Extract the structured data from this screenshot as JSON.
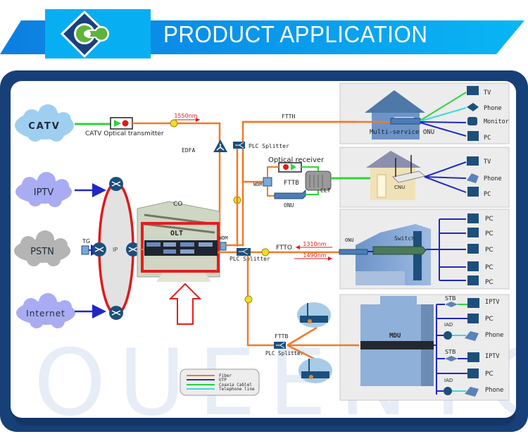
{
  "header": {
    "title": "PRODUCT APPLICATION",
    "logo": "oueenton-logo-icon",
    "colors": {
      "band": "#0a8be6",
      "band_light": "#08aef2",
      "frame": "#173f78",
      "logo_green": "#5db33b",
      "logo_navy": "#1a3f7d"
    }
  },
  "watermark": "OUEENTON",
  "sources": {
    "catv": "CATV",
    "iptv": "IPTV",
    "pstn": "PSTN",
    "internet": "Internet"
  },
  "labels": {
    "catv_transmitter": "CATV  Optical transmitter",
    "wavelength_1550": "1550nm",
    "edfa": "EDFA",
    "tg": "TG",
    "ip": "IP",
    "co": "CO",
    "olt": "OLT",
    "wdm_left": "WDM",
    "ftth": "FTTH",
    "plc_splitter_top": "PLC Splitter",
    "optical_receiver": "Optical receiver",
    "wdm_mid": "WDM",
    "fttb_mid": "FTTB",
    "onu_mid": "ONU",
    "clt": "CLT",
    "plc_splitter_mid": "PLC Splitter",
    "ftto": "FTTO",
    "wavelength_1310": "1310nm",
    "wavelength_1490": "1490nm",
    "fttb_bottom": "FTTB",
    "plc_splitter_bottom": "PLC Splitter"
  },
  "panels": {
    "home": {
      "device": "Multi-service ONU",
      "endpoints": [
        "TV",
        "Phone",
        "Monitor",
        "PC"
      ]
    },
    "cnu": {
      "device": "CNU",
      "endpoints": [
        "TV",
        "Phone",
        "PC"
      ]
    },
    "office": {
      "device_onu": "ONU",
      "device_switch": "Switch",
      "endpoints": [
        "PC",
        "PC",
        "PC",
        "PC",
        "PC"
      ]
    },
    "mdu": {
      "device": "MDU",
      "groups": [
        {
          "stb": "STB",
          "iad": "IAD",
          "endpoints": [
            "IPTV",
            "PC",
            "Phone"
          ]
        },
        {
          "stb": "STB",
          "iad": "IAD",
          "endpoints": [
            "IPTV",
            "PC",
            "Phone"
          ]
        }
      ]
    }
  },
  "legend": [
    {
      "label": "Fiber",
      "color": "#f07a2a"
    },
    {
      "label": "UTP",
      "color": "#2b2fb0"
    },
    {
      "label": "Coaxia Cablel",
      "color": "#2ecf3a"
    },
    {
      "label": "Telephone line",
      "color": "#3ad8e0"
    }
  ],
  "colors": {
    "fiber": "#f07a2a",
    "utp": "#1f27c8",
    "coax": "#2fd43a",
    "phone": "#3ad8e0",
    "ip_ring": "#e0191b",
    "highlight": "#e51d1d",
    "cloud_blue": "#9fcff0",
    "cloud_purple": "#a9acf2",
    "cloud_gray": "#b4b4b4",
    "router": "#1d4f7c"
  }
}
